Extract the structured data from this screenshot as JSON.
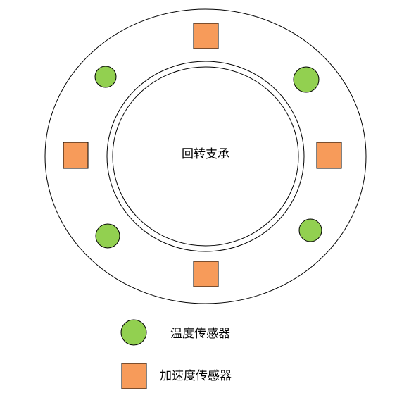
{
  "center_label": "回转支承",
  "colors": {
    "temperature_sensor": "#92d050",
    "acceleration_sensor": "#f79b5a",
    "outline": "#000000"
  },
  "legend": {
    "temperature_label": "温度传感器",
    "acceleration_label": "加速度传感器"
  }
}
